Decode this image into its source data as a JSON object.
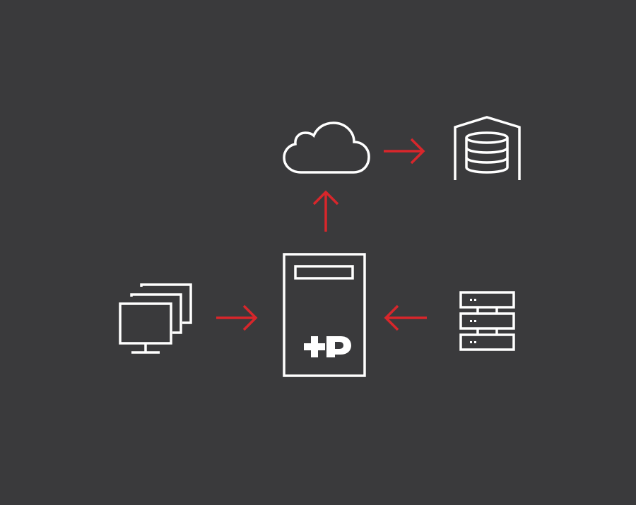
{
  "diagram": {
    "type": "data-flow",
    "colors": {
      "background": "#3a3a3c",
      "icon_stroke": "#ffffff",
      "arrow": "#d8262b"
    },
    "nodes": [
      {
        "id": "workstations",
        "icon": "stacked-monitors-icon"
      },
      {
        "id": "appliance",
        "icon": "backup-appliance-icon"
      },
      {
        "id": "server-rack",
        "icon": "server-rack-icon"
      },
      {
        "id": "cloud",
        "icon": "cloud-icon"
      },
      {
        "id": "data-vault",
        "icon": "database-warehouse-icon"
      }
    ],
    "edges": [
      {
        "from": "workstations",
        "to": "appliance"
      },
      {
        "from": "server-rack",
        "to": "appliance"
      },
      {
        "from": "appliance",
        "to": "cloud"
      },
      {
        "from": "cloud",
        "to": "data-vault"
      }
    ]
  }
}
